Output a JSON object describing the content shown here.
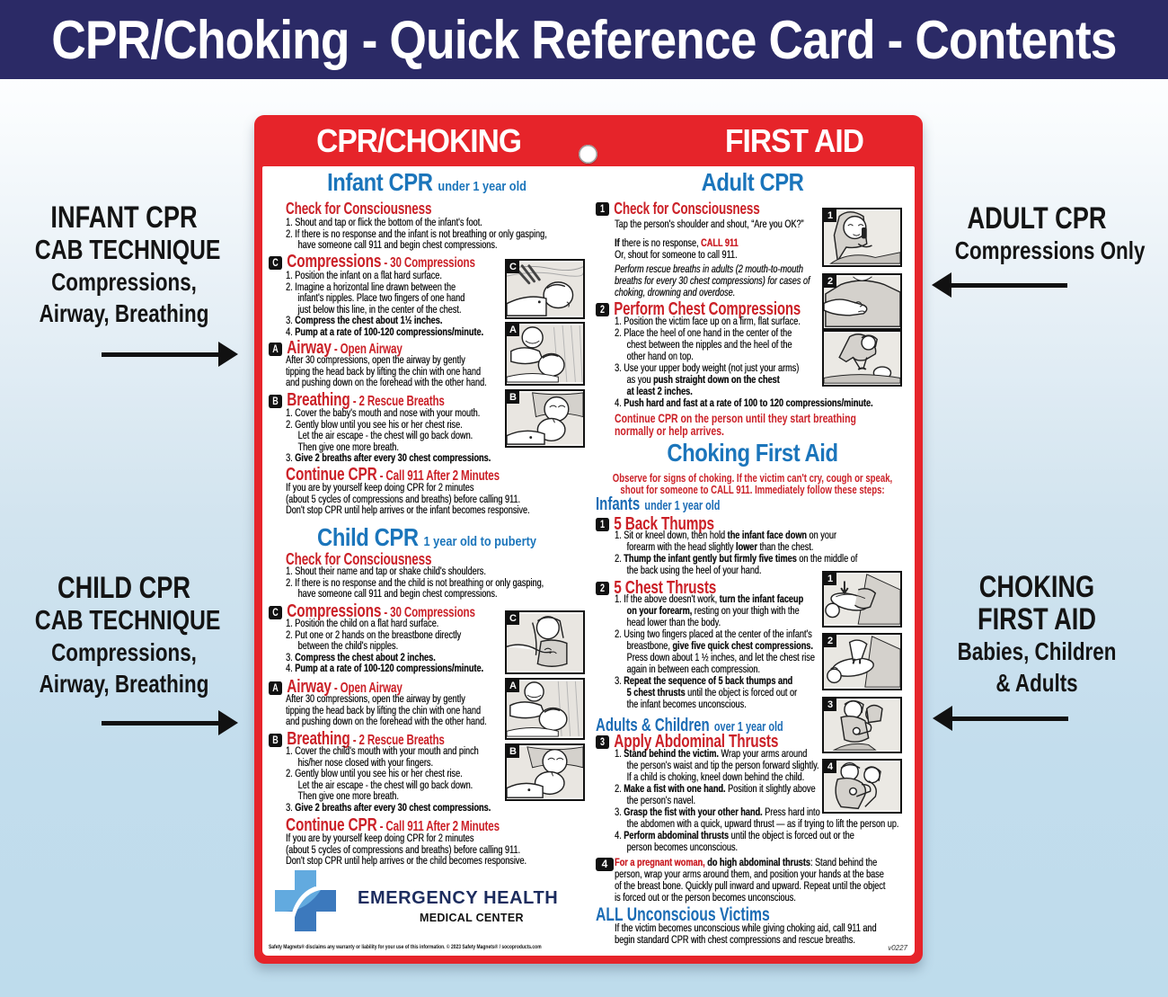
{
  "banner": {
    "title": "CPR/Choking - Quick Reference Card - Contents"
  },
  "colors": {
    "banner_navy": "#2b2a66",
    "card_red": "#e6242a",
    "heading_red": "#cb2027",
    "title_blue": "#1b75bb",
    "background_blue": "#bedcec"
  },
  "callouts": {
    "infant": {
      "lines": [
        "INFANT CPR",
        "CAB TECHNIQUE",
        "Compressions,",
        "Airway, Breathing"
      ]
    },
    "child": {
      "lines": [
        "CHILD CPR",
        "CAB TECHNIQUE",
        "Compressions,",
        "Airway, Breathing"
      ]
    },
    "adult": {
      "lines": [
        "ADULT CPR",
        "Compressions Only"
      ]
    },
    "choking": {
      "lines": [
        "CHOKING",
        "FIRST AID",
        "Babies, Children",
        "& Adults"
      ]
    }
  },
  "header": {
    "left": "CPR/CHOKING",
    "right": "FIRST AID"
  },
  "infant": {
    "title": "Infant CPR",
    "age": "under 1 year old",
    "consciousness": {
      "heading": "Check for Consciousness",
      "items": [
        [
          "1. Shout and tap or flick the bottom of the infant's foot."
        ],
        [
          "2. If there is no response and the infant is not breathing or only gasping,",
          "have someone call 911 and begin chest compressions."
        ]
      ]
    },
    "compressions": {
      "badge": "C",
      "heading": "Compressions",
      "sub": " - 30 Compressions",
      "items": [
        [
          "1. Position the infant on a flat hard surface."
        ],
        [
          "2. Imagine a horizontal line drawn between the",
          "infant's nipples. Place two fingers of one hand",
          "just below this line, in the center of the chest."
        ],
        [
          "3. **Compress the chest about 1½ inches.**"
        ],
        [
          "4. **Pump at a rate of 100-120 compressions/minute.**"
        ]
      ]
    },
    "airway": {
      "badge": "A",
      "heading": "Airway",
      "sub": " - Open Airway",
      "lines": [
        "After 30 compressions, open the airway by gently",
        "tipping the head back by lifting the chin with one hand",
        "and pushing down on the forehead with the other hand."
      ]
    },
    "breathing": {
      "badge": "B",
      "heading": "Breathing",
      "sub": " - 2 Rescue Breaths",
      "items": [
        [
          "1. Cover the baby's mouth and nose with your mouth."
        ],
        [
          "2. Gently blow until you see his or her chest rise.",
          "Let the air escape - the chest will go back down.",
          "Then give one more breath."
        ],
        [
          "3. **Give 2 breaths after every 30 chest compressions.**"
        ]
      ]
    },
    "cont": {
      "heading": "Continue CPR",
      "sub": " - Call 911 After 2 Minutes",
      "lines": [
        "If you are by yourself keep doing CPR for 2 minutes",
        "(about 5 cycles of compressions and breaths) before calling 911.",
        "Don't stop CPR until help arrives or the infant becomes responsive."
      ]
    }
  },
  "child": {
    "title": "Child CPR",
    "age": "1 year old to puberty",
    "consciousness": {
      "heading": "Check for Consciousness",
      "items": [
        [
          "1. Shout their name and tap or shake child's shoulders."
        ],
        [
          "2. If there is no response and the child is not breathing or only gasping,",
          "have someone call 911 and begin chest compressions."
        ]
      ]
    },
    "compressions": {
      "badge": "C",
      "heading": "Compressions",
      "sub": " - 30 Compressions",
      "items": [
        [
          "1. Position the child on a flat hard surface."
        ],
        [
          "2. Put one or 2 hands on the breastbone directly",
          "between the child's nipples."
        ],
        [
          "3. **Compress the chest about 2 inches.**"
        ],
        [
          "4. **Pump at a rate of 100-120 compressions/minute.**"
        ]
      ]
    },
    "airway": {
      "badge": "A",
      "heading": "Airway",
      "sub": " - Open Airway",
      "lines": [
        "After 30 compressions, open the airway by gently",
        "tipping the head back by lifting the chin with one hand",
        "and pushing down on the forehead with the other hand."
      ]
    },
    "breathing": {
      "badge": "B",
      "heading": "Breathing",
      "sub": " - 2 Rescue Breaths",
      "items": [
        [
          "1. Cover the child's mouth with your mouth and pinch",
          "his/her nose closed with your fingers."
        ],
        [
          "2. Gently blow until you see his or her chest rise.",
          "Let the air escape - the chest will go back down.",
          "Then give one more breath."
        ],
        [
          "3. **Give 2 breaths after every 30 chest compressions.**"
        ]
      ]
    },
    "cont": {
      "heading": "Continue CPR",
      "sub": " - Call 911 After 2 Minutes",
      "lines": [
        "If you are by yourself keep doing CPR for 2 minutes",
        "(about 5 cycles of compressions and breaths) before calling 911.",
        "Don't stop CPR until help arrives or the child becomes responsive."
      ]
    }
  },
  "logo": {
    "name": "EMERGENCY HEALTH",
    "sub": "MEDICAL CENTER"
  },
  "fineprint": "Safety Magnets® disclaims any warranty or liability for your use of this information. © 2023 Safety Magnets® / socoproducts.com",
  "version": "v0227",
  "adult": {
    "title": "Adult CPR",
    "s1": {
      "badge": "1",
      "heading": "Check for Consciousness",
      "line1": [
        "Tap the person's shoulder and shout, “Are you OK?”"
      ],
      "lines2": [
        "**If** there is no response, [[**CALL 911**]]",
        "Or, shout for someone to call 911."
      ],
      "italic": [
        "Perform rescue breaths in adults (2 mouth-to-mouth",
        "breaths for every 30 chest compressions) for cases of",
        "choking, drowning and overdose."
      ]
    },
    "s2": {
      "badge": "2",
      "heading": "Perform Chest Compressions",
      "items": [
        [
          "1. Position the victim face up on a firm, flat surface."
        ],
        [
          "2. Place the heel of one hand in the center of the",
          "chest between the nipples and the heel of the",
          "other hand on top."
        ],
        [
          "3. Use your upper body weight (not just your arms)",
          "as you **push straight down on the chest**",
          "**at least 2 inches.**"
        ],
        [
          "4. **Push hard and fast at a rate of 100 to 120 compressions/minute.**"
        ]
      ]
    },
    "note": [
      "Continue CPR on the person until they start breathing",
      "normally or help arrives."
    ]
  },
  "choking": {
    "title": "Choking First Aid",
    "intro": [
      "Observe for signs of choking. If the victim can't cry, cough or speak,",
      "shout for someone to CALL 911. Immediately follow these steps:"
    ],
    "infants_heading": "Infants",
    "infants_age": "under 1 year old",
    "s1": {
      "badge": "1",
      "heading": "5 Back Thumps",
      "items": [
        [
          "1. Sit or kneel down, then hold **the infant face down** on your",
          "forearm with the head slightly **lower** than the chest."
        ],
        [
          "2. **Thump the infant gently but firmly five times** on the middle of",
          "the back using the heel of your hand."
        ]
      ]
    },
    "s2": {
      "badge": "2",
      "heading": "5 Chest Thrusts",
      "items": [
        [
          "1. If the above doesn't work, **turn the infant faceup**",
          "**on your forearm,** resting on your thigh with the",
          "head lower than the body."
        ],
        [
          "2. Using two fingers placed at the center of the infant's",
          "breastbone, **give five quick chest compressions.**",
          "Press down about 1 ½ inches, and let the chest rise",
          "again in between each compression."
        ],
        [
          "3. **Repeat the sequence of 5 back thumps and**",
          "**5 chest thrusts** until the object is forced out or",
          "the infant becomes unconscious."
        ]
      ]
    },
    "adults_heading": "Adults & Children",
    "adults_age": "over 1 year old",
    "s3": {
      "badge": "3",
      "heading": "Apply Abdominal Thrusts",
      "items": [
        [
          "1. **Stand behind the victim.** Wrap your arms around",
          "the person's waist and tip the person forward slightly.",
          "If a child is choking, kneel down behind the child."
        ],
        [
          "2. **Make a fist with one hand.** Position it slightly above",
          "the person's navel."
        ],
        [
          "3. **Grasp the fist with your other hand.** Press hard into",
          "the abdomen with a quick, upward thrust — as if trying to lift the person up."
        ],
        [
          "4. **Perform abdominal thrusts** until the object is forced out or the",
          "person becomes unconscious."
        ]
      ]
    },
    "s4": {
      "badge": "4",
      "lines": [
        "[[**For a pregnant woman,**]] **do high abdominal thrusts**: Stand behind the",
        "person, wrap your arms around them, and position your hands at the base",
        "of the breast bone. Quickly pull inward and upward. Repeat until the object",
        "is forced out or the person becomes unconscious."
      ]
    },
    "unconscious": {
      "heading": "ALL Unconscious Victims",
      "lines": [
        "If the victim becomes unconscious while giving choking aid, call 911 and",
        "begin standard CPR with chest compressions and rescue breaths."
      ]
    }
  },
  "figures": {
    "infant_c": "C",
    "infant_a": "A",
    "infant_b": "B",
    "child_c": "C",
    "child_a": "A",
    "child_b": "B",
    "adult_1": "1",
    "adult_2": "2",
    "chok_1": "1",
    "chok_2": "2",
    "chok_3": "3",
    "chok_4": "4"
  }
}
